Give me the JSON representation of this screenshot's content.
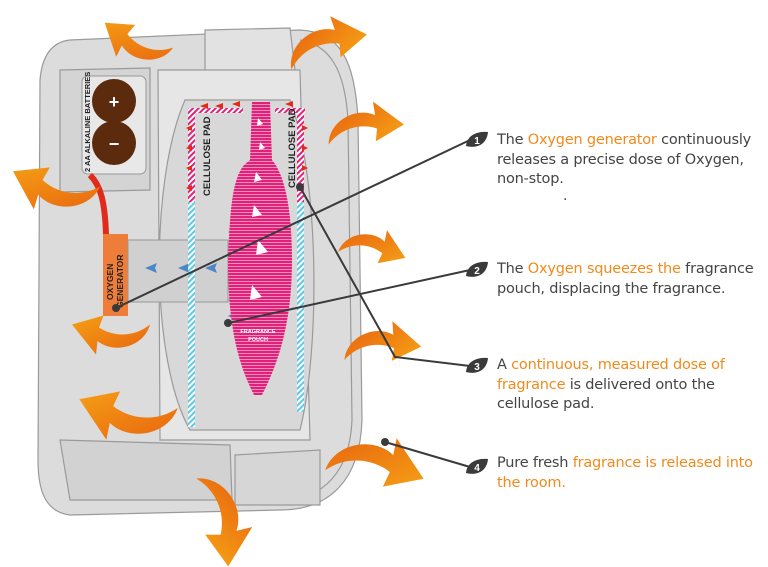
{
  "diagram": {
    "labels": {
      "batteries": "2 AA ALKALINE BATTERIES",
      "plus": "+",
      "minus": "−",
      "generator_line1": "OXYGEN",
      "generator_line2": "GENERATOR",
      "pad_left": "CELLULOSE PAD",
      "pad_right": "CELLULOSE PAD",
      "pouch_line1": "FRAGRANCE",
      "pouch_line2": "POUCH"
    },
    "colors": {
      "accent": "#f08a1c",
      "body": "#444444",
      "badge": "#3a3a3a",
      "fragrance": "#e0217a",
      "oxygen": "#4a86c8",
      "battery": "#5c2a0c",
      "generator": "#ee7d3a",
      "wire": "#e02a1a"
    }
  },
  "steps": [
    {
      "number": "1",
      "pre": "The ",
      "highlight": "Oxygen generator",
      "post": " continuously releases a precise dose of Oxygen, non-stop."
    },
    {
      "number": "2",
      "pre": "The ",
      "highlight": "Oxygen squeezes the",
      "post": " fragrance pouch, displacing the fragrance."
    },
    {
      "number": "3",
      "pre": "A ",
      "highlight": "continuous, measured dose of fragrance",
      "post": " is delivered onto the cellulose pad."
    },
    {
      "number": "4",
      "pre": "Pure fresh ",
      "highlight": "fragrance is released into the room.",
      "post": ""
    }
  ],
  "stray_mark": "."
}
